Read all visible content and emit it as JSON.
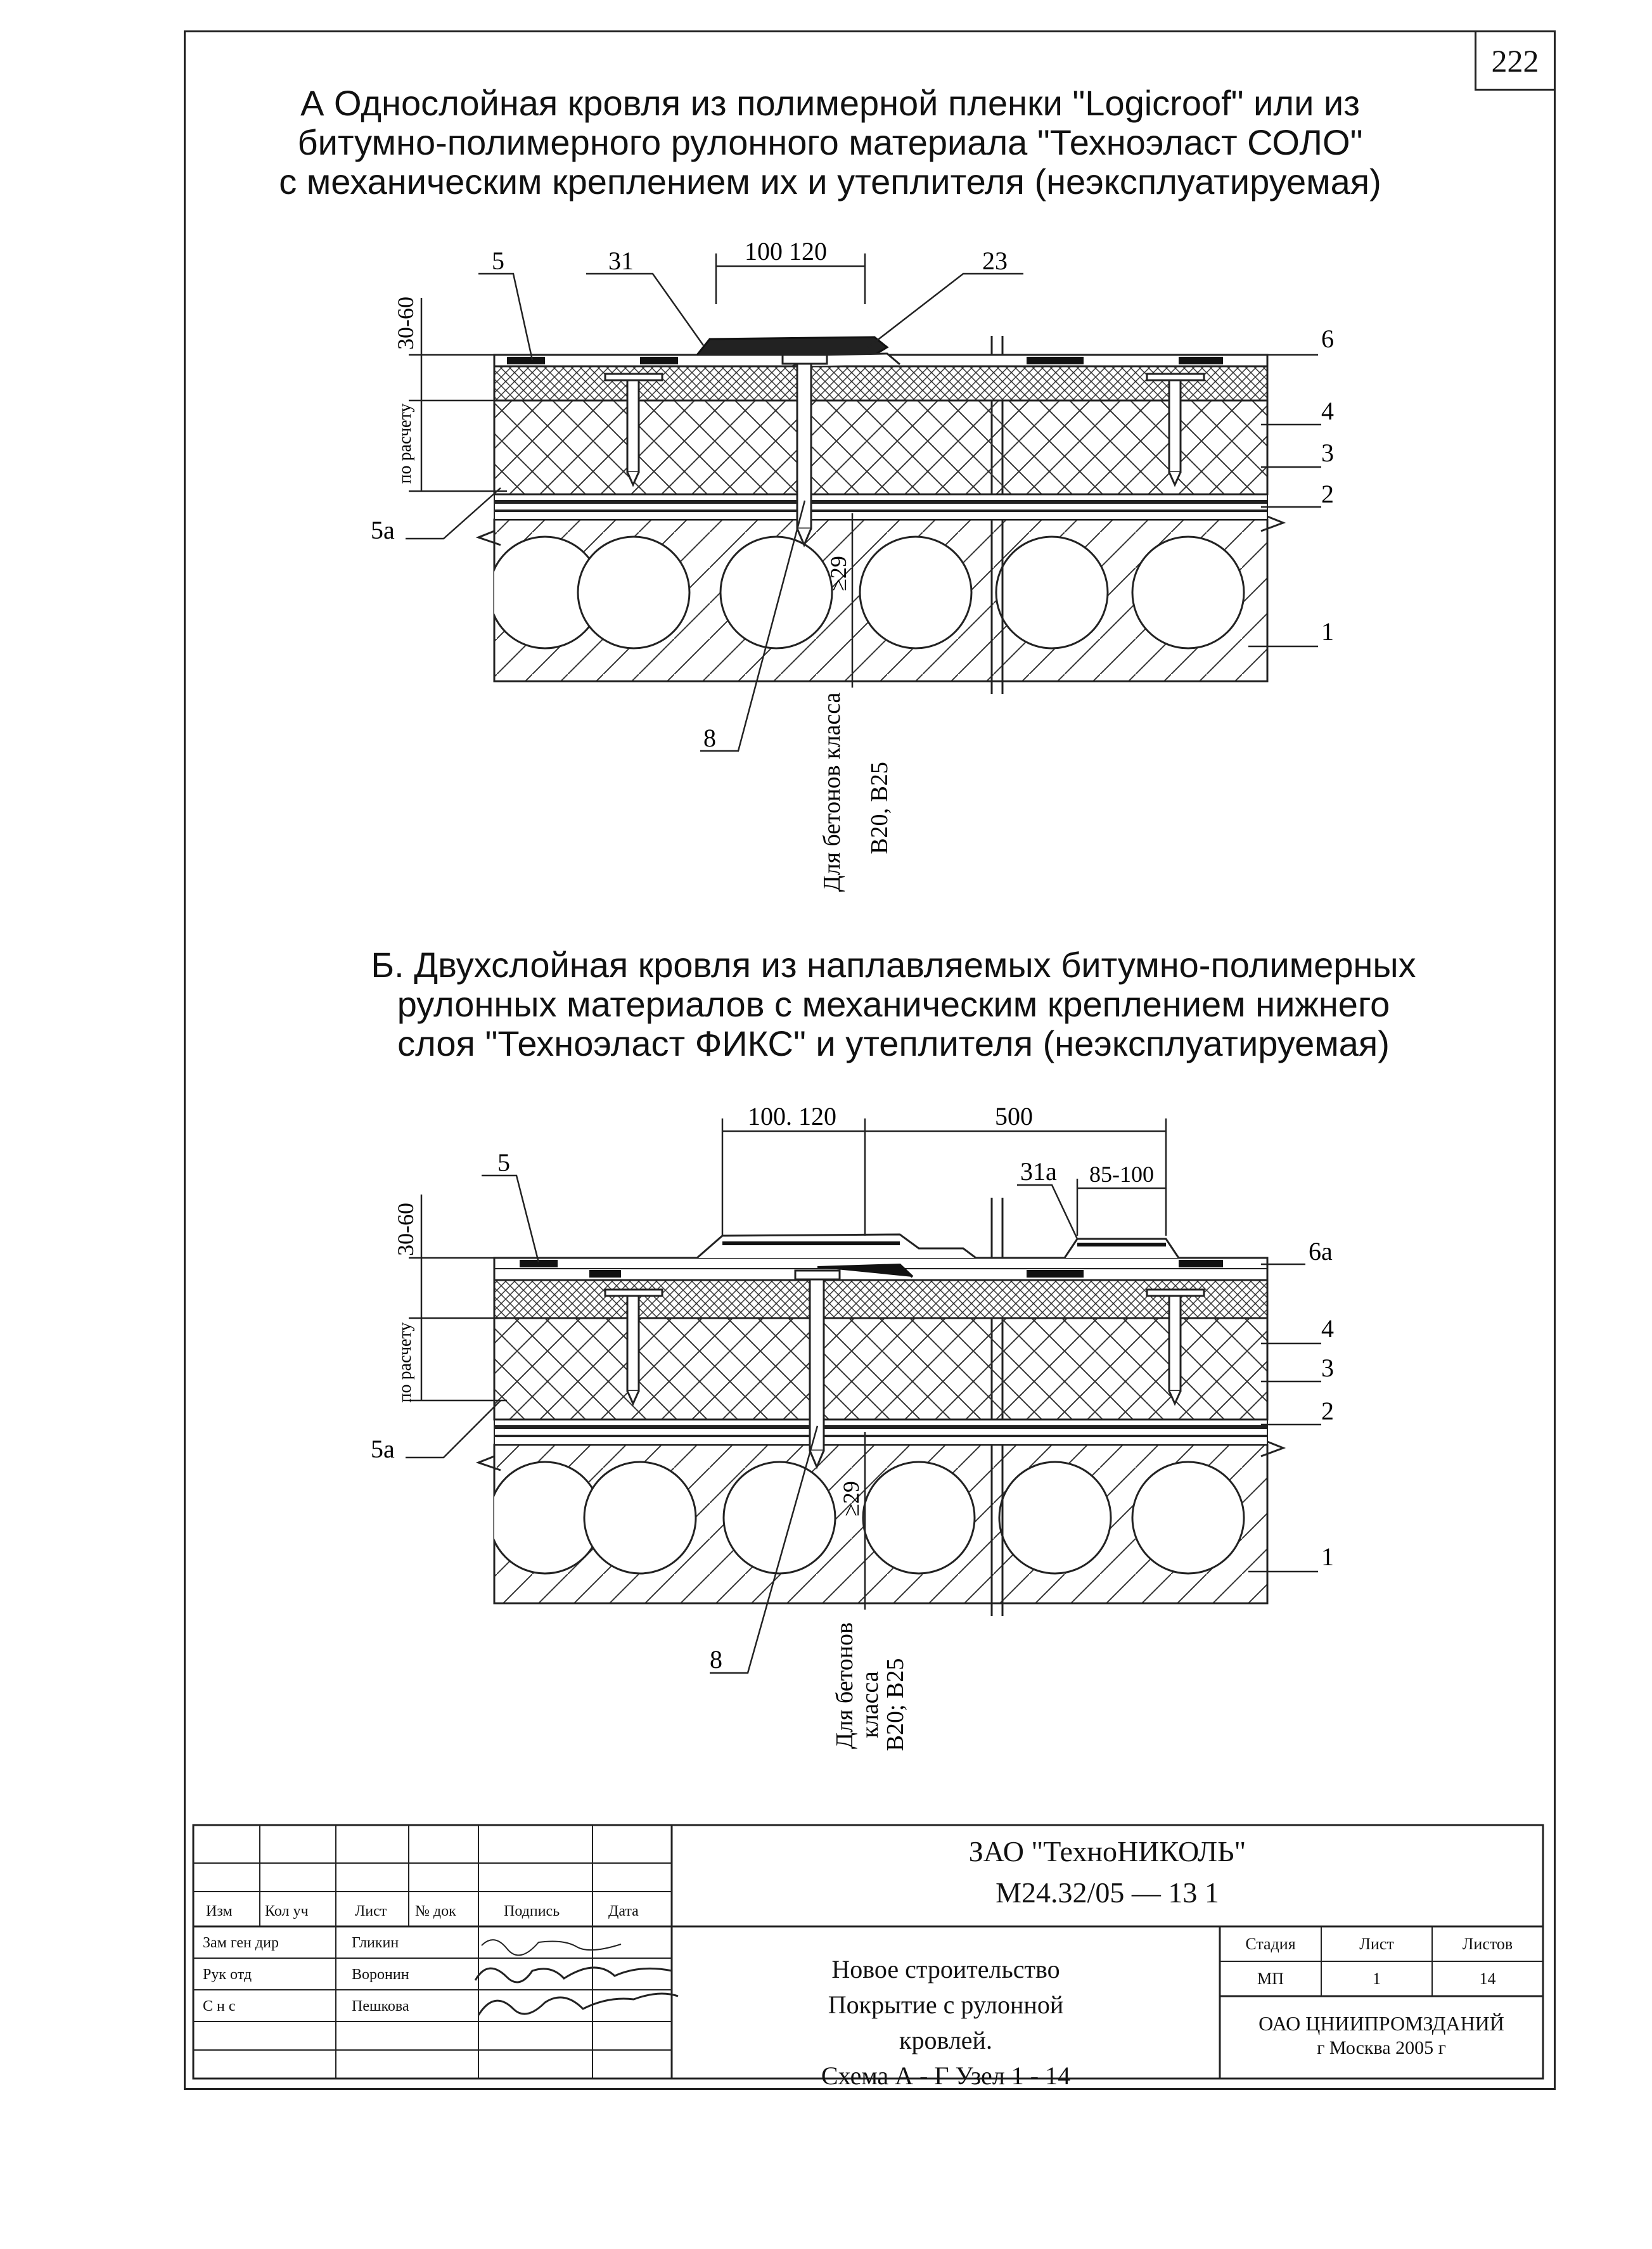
{
  "sheet_number": "222",
  "section_a": {
    "title_lines": [
      "А  Однослойная кровля из полимерной пленки \"Logicroof\" или из",
      "битумно-полимерного рулонного материала \"Техноэласт СОЛО\"",
      "с механическим креплением их и утеплителя (неэксплуатируемая)"
    ],
    "dimension_top": "100  120",
    "dim_vertical_top": "30-60",
    "dim_vertical_calc": "по расчету",
    "callouts": {
      "c5": "5",
      "c31": "31",
      "c23": "23",
      "c6": "6",
      "c4": "4",
      "c3": "3",
      "c2": "2",
      "c1": "1",
      "c5a": "5а",
      "c8": "8",
      "c29": "≥29"
    },
    "concrete_note_line1": "Для бетонов класса",
    "concrete_note_line2": "В20, В25"
  },
  "section_b": {
    "title_lines": [
      "Б. Двухслойная кровля из наплавляемых битумно-полимерных",
      "рулонных материалов с механическим креплением нижнего",
      "слоя \"Техноэласт ФИКС\" и утеплителя (неэксплуатируемая)"
    ],
    "dimension_top_left": "100. 120",
    "dimension_top_right": "500",
    "dimension_small": "85-100",
    "dim_vertical_top": "30-60",
    "dim_vertical_calc": "по расчету",
    "callouts": {
      "c5": "5",
      "c31a": "31а",
      "c6a": "6а",
      "c4": "4",
      "c3": "3",
      "c2": "2",
      "c1": "1",
      "c5a": "5а",
      "c8": "8",
      "c29": "≥29"
    },
    "concrete_note_line1": "Для бетонов",
    "concrete_note_line2": "класса",
    "concrete_note_line3": "В20; В25"
  },
  "title_block": {
    "company": "ЗАО \"ТехноНИКОЛЬ\"",
    "doc_code": "М24.32/05  —  13 1",
    "headers": {
      "izm": "Изм",
      "kol": "Кол уч",
      "list": "Лист",
      "ndok": "№ док",
      "podpis": "Подпись",
      "data": "Дата"
    },
    "rows": [
      {
        "role": "Зам ген дир",
        "name": "Гликин"
      },
      {
        "role": "Рук отд",
        "name": "Воронин"
      },
      {
        "role": "С н с",
        "name": "Пешкова"
      }
    ],
    "description_lines": [
      "Новое строительство",
      "Покрытие с рулонной",
      "кровлей.",
      "Схема А - Г  Узел 1 - 14"
    ],
    "stage_header": "Стадия",
    "list_header": "Лист",
    "listov_header": "Листов",
    "stage": "МП",
    "list": "1",
    "listov": "14",
    "org_line1": "ОАО ЦНИИПРОМЗДАНИЙ",
    "org_line2": "г  Москва 2005 г"
  }
}
